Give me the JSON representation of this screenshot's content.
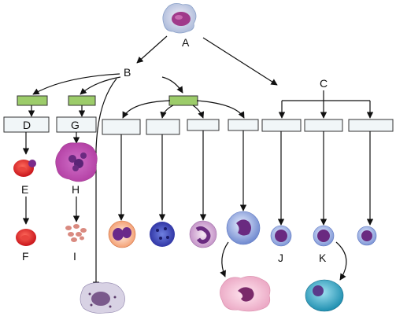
{
  "labels": {
    "A": "A",
    "B": "B",
    "C": "C",
    "D": "D",
    "E": "E",
    "F": "F",
    "G": "G",
    "H": "H",
    "I": "I",
    "J": "J",
    "K": "K"
  },
  "colors": {
    "green_box": "#9ccc6a",
    "box_fill": "#f1f6f8",
    "line": "#111111"
  }
}
